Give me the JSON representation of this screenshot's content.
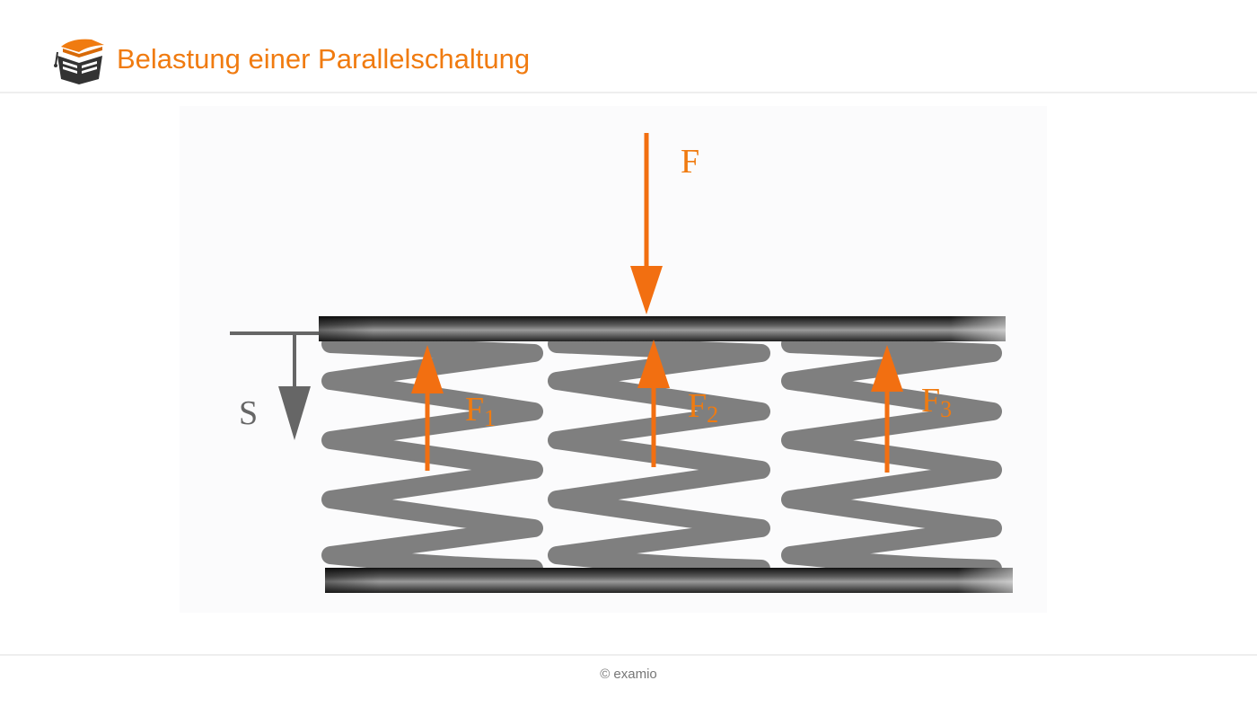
{
  "header": {
    "title": "Belastung einer Parallelschaltung",
    "logo_icon": "graduation-cap-book-logo"
  },
  "diagram": {
    "force_label": "F",
    "displacement_label": "S",
    "springs": [
      {
        "label": "F",
        "subscript": "1"
      },
      {
        "label": "F",
        "subscript": "2"
      },
      {
        "label": "F",
        "subscript": "3"
      }
    ]
  },
  "colors": {
    "accent": "#f07b10",
    "force_arrow": "#f26f11",
    "spring": "#7f7f7f",
    "displacement_arrow": "#666666"
  },
  "footer": {
    "copyright": "© examio"
  }
}
